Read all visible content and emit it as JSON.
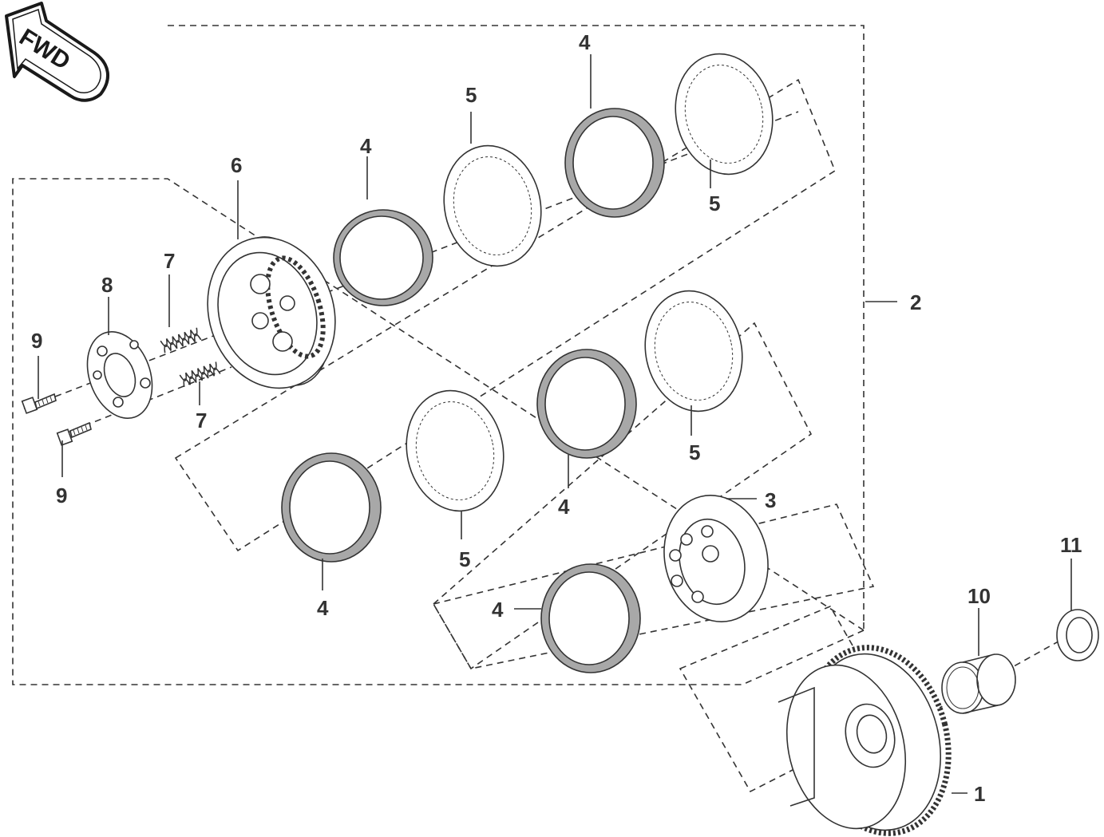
{
  "fwd_label": "FWD",
  "callouts": {
    "c1": "1",
    "c2": "2",
    "c3": "3",
    "c4a": "4",
    "c4b": "4",
    "c4c": "4",
    "c4d": "4",
    "c4e": "4",
    "c5a": "5",
    "c5b": "5",
    "c5c": "5",
    "c5d": "5",
    "c6": "6",
    "c7a": "7",
    "c7b": "7",
    "c8": "8",
    "c9a": "9",
    "c9b": "9",
    "c10": "10",
    "c11": "11"
  }
}
